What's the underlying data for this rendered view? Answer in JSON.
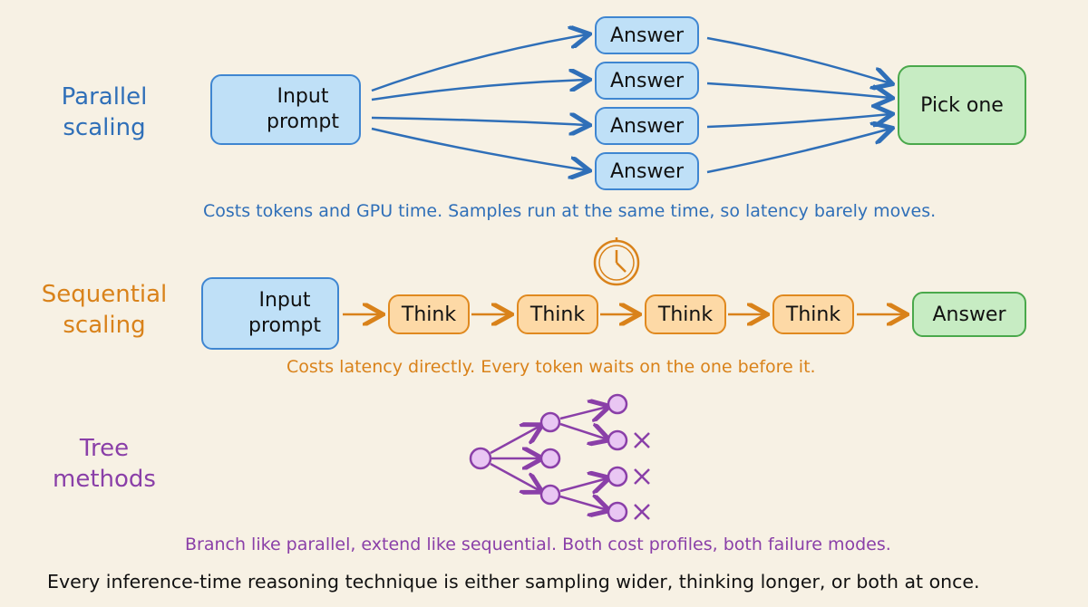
{
  "parallel": {
    "label": "Parallel\nscaling",
    "input": "Input\nprompt",
    "answers": [
      "Answer",
      "Answer",
      "Answer",
      "Answer"
    ],
    "pick": "Pick one",
    "caption": "Costs tokens and GPU time. Samples run at the same time, so latency barely moves."
  },
  "sequential": {
    "label": "Sequential\nscaling",
    "input": "Input\nprompt",
    "steps": [
      "Think",
      "Think",
      "Think",
      "Think"
    ],
    "answer": "Answer",
    "caption": "Costs latency directly. Every token waits on the one before it."
  },
  "tree": {
    "label": "Tree\nmethods",
    "caption": "Branch like parallel, extend like sequential. Both cost profiles, both failure modes."
  },
  "footer": "Every inference-time reasoning technique is either sampling wider, thinking longer, or both at once.",
  "colors": {
    "blue": "#2f6fb8",
    "orange": "#d9821a",
    "purple": "#8a3fa8",
    "green": "#4aa84b"
  }
}
